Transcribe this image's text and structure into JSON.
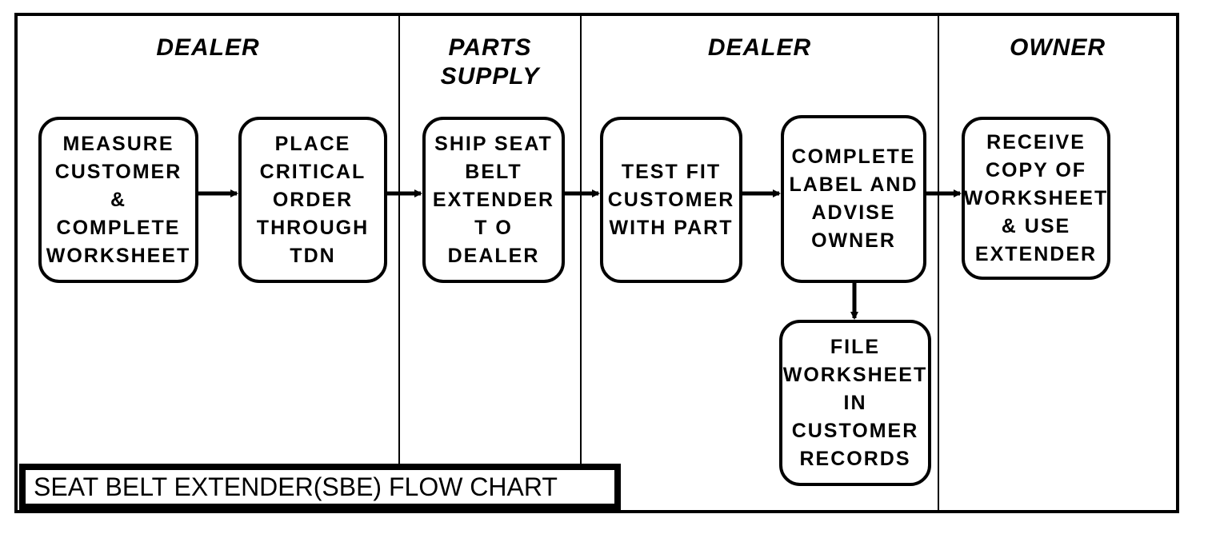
{
  "lanes": [
    {
      "title": "DEALER"
    },
    {
      "title": "PARTS\nSUPPLY"
    },
    {
      "title": "DEALER"
    },
    {
      "title": "OWNER"
    }
  ],
  "steps": {
    "measure": "MEASURE\nCUSTOMER\n&\nCOMPLETE\nWORKSHEET",
    "place_order": "PLACE\nCRITICAL\nORDER\nTHROUGH\nTDN",
    "ship": "SHIP SEAT\nBELT\nEXTENDER\nT O\nDEALER",
    "test_fit": "TEST  FIT\nCUSTOMER\nWITH PART",
    "complete_label": "COMPLETE\nLABEL AND\nADVISE\nOWNER",
    "receive": "RECEIVE\nCOPY OF\nWORKSHEET\n& USE\nEXTENDER",
    "file_worksheet": "FILE\nWORKSHEET\nIN\nCUSTOMER\nRECORDS"
  },
  "legend": {
    "label": "SEAT BELT EXTENDER(SBE) FLOW  CHART"
  }
}
